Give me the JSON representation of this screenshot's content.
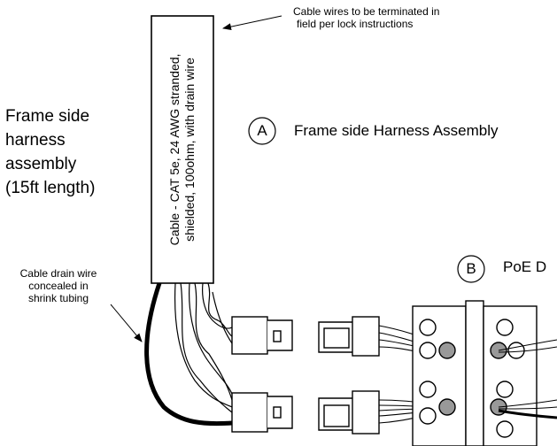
{
  "cable_note": {
    "line1": "Cable wires to be terminated in",
    "line2": "field per lock instructions"
  },
  "frame_label": {
    "line1": "Frame side",
    "line2": "harness",
    "line3": "assembly",
    "line4": "(15ft length)"
  },
  "cable_spec": {
    "line1": "Cable - CAT 5e, 24 AWG stranded,",
    "line2": "shielded, 100ohm, with drain wire"
  },
  "drain_note": {
    "line1": "Cable drain wire",
    "line2": "concealed in",
    "line3": "shrink tubing"
  },
  "callout_a": {
    "letter": "A",
    "title": "Frame side Harness Assembly"
  },
  "callout_b": {
    "letter": "B",
    "title": "PoE D"
  }
}
